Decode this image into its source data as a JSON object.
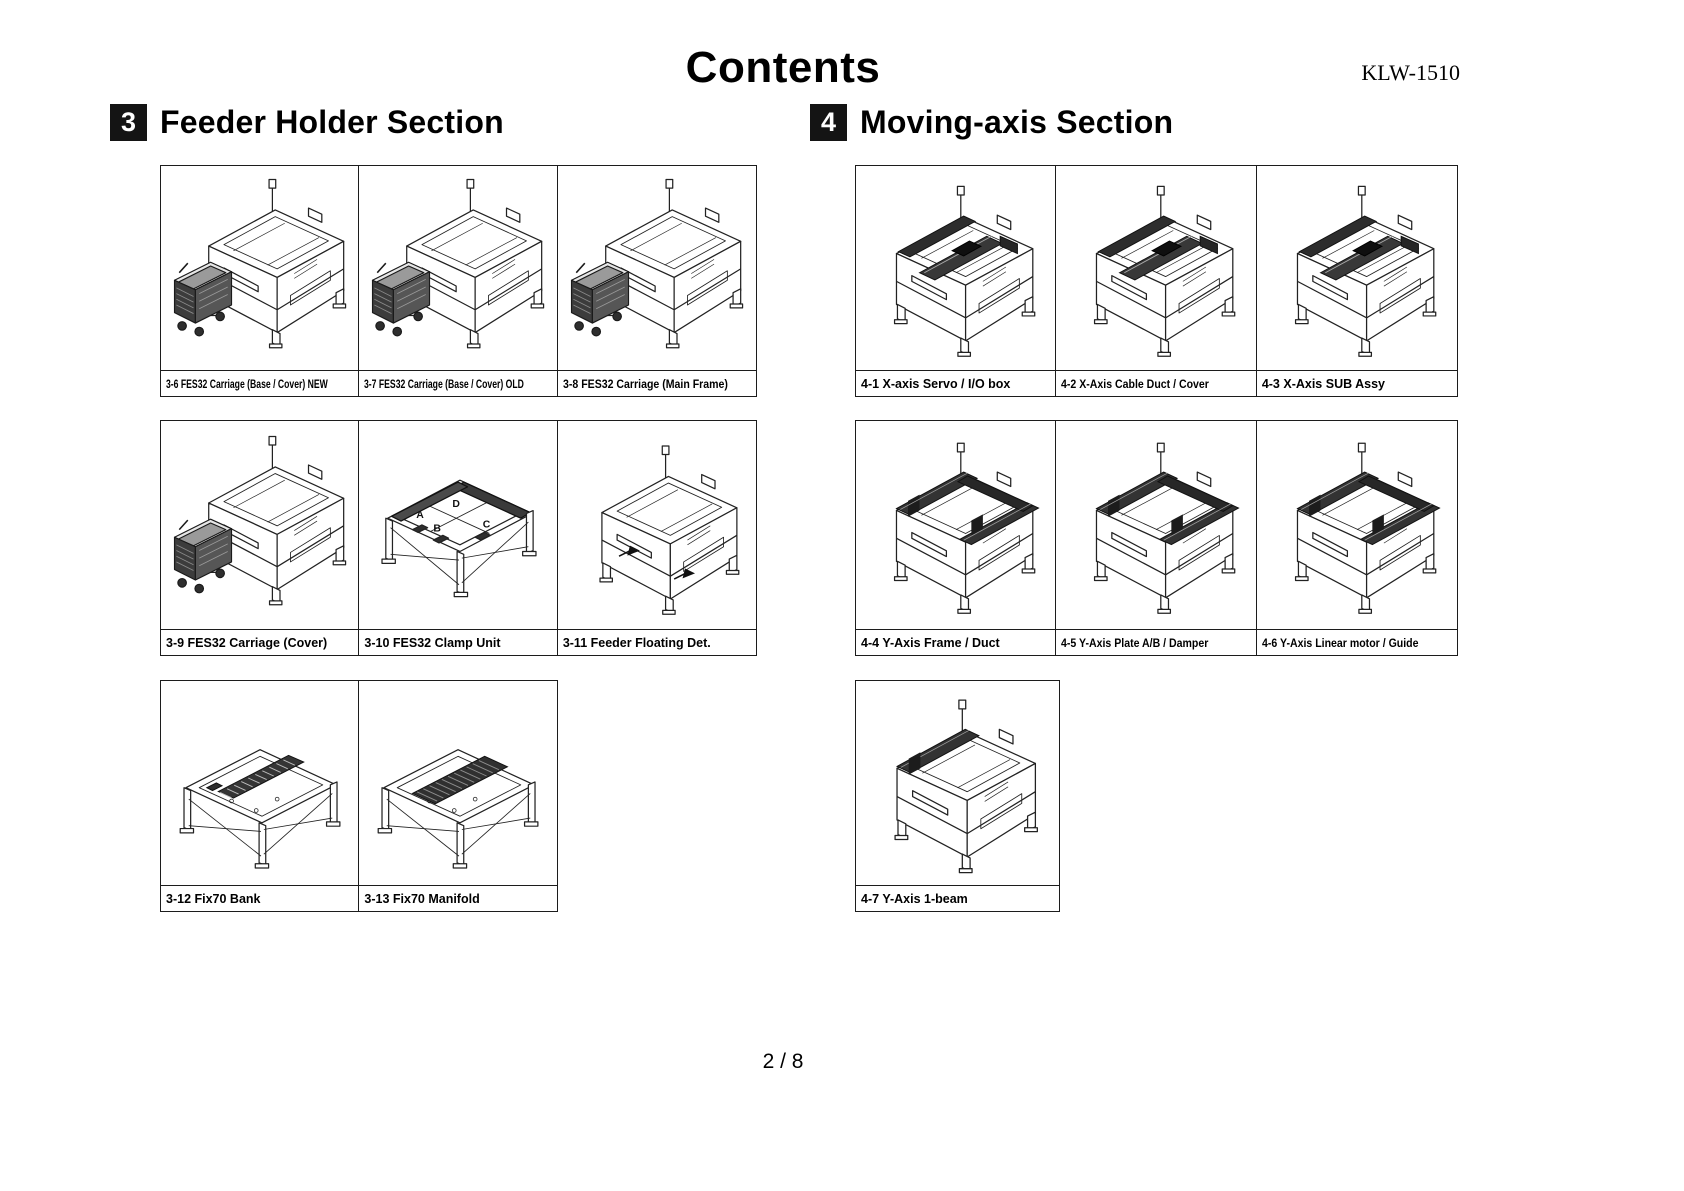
{
  "page": {
    "title": "Contents",
    "model": "KLW-1510",
    "page_number": "2 / 8"
  },
  "sections": [
    {
      "number": "3",
      "title": "Feeder Holder Section",
      "items": [
        {
          "caption": "3-6 FES32 Carriage (Base / Cover) NEW",
          "illustration": "machine-with-feeder-carriage"
        },
        {
          "caption": "3-7 FES32 Carriage (Base / Cover) OLD",
          "illustration": "machine-with-feeder-carriage"
        },
        {
          "caption": "3-8 FES32 Carriage (Main Frame)",
          "illustration": "machine-with-feeder-carriage"
        },
        {
          "caption": "3-9 FES32 Carriage (Cover)",
          "illustration": "machine-with-feeder-carriage"
        },
        {
          "caption": "3-10 FES32 Clamp Unit",
          "illustration": "clamp-unit-frame",
          "labels": [
            "A",
            "B",
            "C",
            "D"
          ]
        },
        {
          "caption": "3-11 Feeder Floating Det.",
          "illustration": "machine-plain"
        },
        {
          "caption": "3-12 Fix70 Bank",
          "illustration": "fix70-bank-frame"
        },
        {
          "caption": "3-13 Fix70 Manifold",
          "illustration": "fix70-manifold-frame"
        }
      ]
    },
    {
      "number": "4",
      "title": "Moving-axis Section",
      "items": [
        {
          "caption": "4-1 X-axis Servo / I/O box",
          "illustration": "machine-with-x-gantry"
        },
        {
          "caption": "4-2 X-Axis Cable Duct / Cover",
          "illustration": "machine-with-x-gantry"
        },
        {
          "caption": "4-3 X-Axis SUB Assy",
          "illustration": "machine-with-x-gantry"
        },
        {
          "caption": "4-4 Y-Axis Frame / Duct",
          "illustration": "machine-with-y-rails"
        },
        {
          "caption": "4-5 Y-Axis Plate A/B / Damper",
          "illustration": "machine-with-y-rails"
        },
        {
          "caption": "4-6 Y-Axis Linear motor / Guide",
          "illustration": "machine-with-y-rails"
        },
        {
          "caption": "4-7 Y-Axis 1-beam",
          "illustration": "machine-with-one-y-beam"
        }
      ]
    }
  ]
}
